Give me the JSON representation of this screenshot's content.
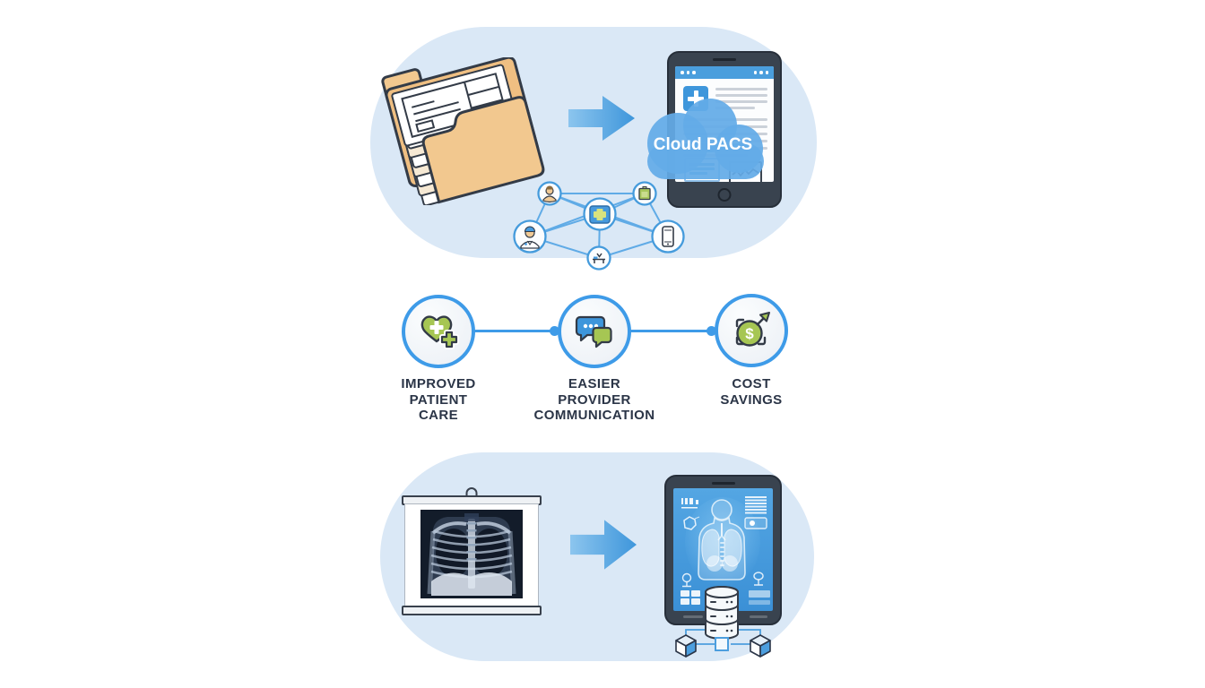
{
  "title_implied": "Paper records to Cloud PACS digital imaging workflow",
  "top_flow": {
    "source_icon": "paper-records-folder-icon",
    "arrow_icon": "arrow-right-icon",
    "target_icon": "tablet-cloud-pacs-icon",
    "cloud_label": "Cloud PACS",
    "network_node_icons": [
      "patient-icon",
      "clipboard-icon",
      "medical-cross-icon",
      "doctor-icon",
      "smartphone-icon",
      "hospital-bed-icon"
    ]
  },
  "benefits": [
    {
      "icon": "heart-plus-icon",
      "label": "IMPROVED\nPATIENT\nCARE"
    },
    {
      "icon": "chat-bubbles-icon",
      "label": "EASIER\nPROVIDER\nCOMMUNICATION"
    },
    {
      "icon": "dollar-growth-icon",
      "label": "COST\nSAVINGS",
      "symbol": "$"
    }
  ],
  "bottom_flow": {
    "source_icon": "xray-film-viewer-icon",
    "arrow_icon": "arrow-right-icon",
    "target_icon": "tablet-digital-xray-icon",
    "storage_icons": [
      "database-icon",
      "network-cube-icon",
      "network-cube-icon"
    ]
  },
  "colors": {
    "pill_background": "#DAE8F6",
    "accent_blue": "#3E9BE8",
    "line_blue": "#5AA8E6",
    "cloud_blue": "#63ABE7",
    "arrow_gradient_start": "#8CC5EE",
    "arrow_gradient_end": "#3E96DB",
    "green": "#A6C653",
    "tablet_bezel": "#39434F",
    "screen_blue": "#4399DC",
    "folder_tan": "#F0C386",
    "label_text": "#2B3547"
  }
}
